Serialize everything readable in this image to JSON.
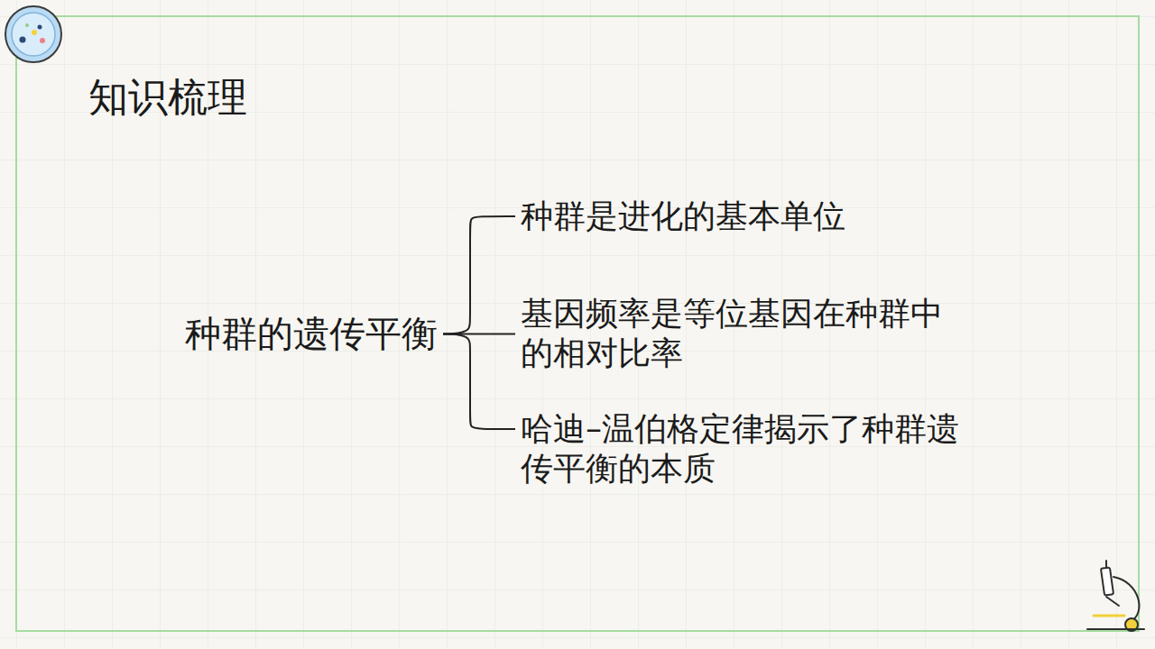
{
  "diagram": {
    "title": "知识梳理",
    "nodes": [
      {
        "text": [
          "种群的遗传平衡"
        ]
      },
      {
        "text": [
          "种群是进化的基本单位"
        ]
      },
      {
        "text": [
          "基因频率是等位基因在种群中的相对比率"
        ]
      },
      {
        "text": [
          "哈迪–温伯格定律揭示了种群遗传平衡的本质"
        ]
      }
    ],
    "edges": [
      {
        "from": 0,
        "to": 1,
        "arrow": "none"
      },
      {
        "from": 0,
        "to": 2,
        "arrow": "none"
      },
      {
        "from": 0,
        "to": 3,
        "arrow": "none"
      }
    ]
  }
}
